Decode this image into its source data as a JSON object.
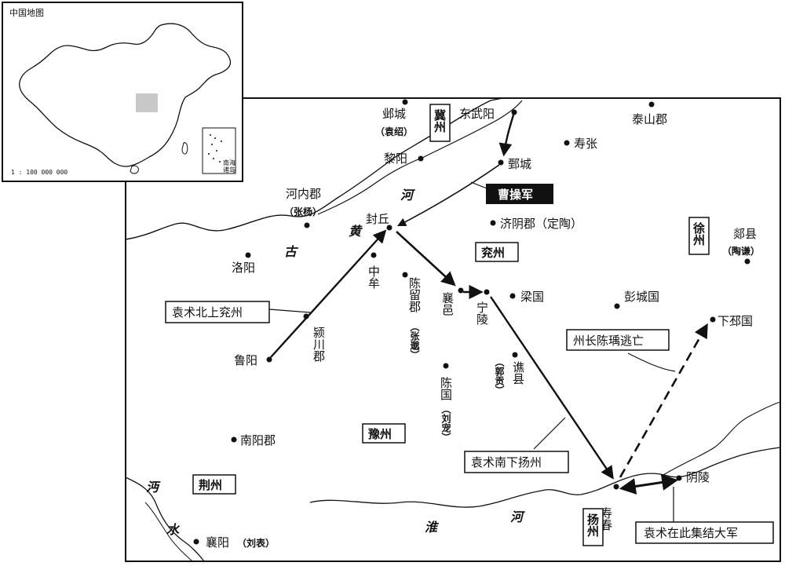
{
  "inset": {
    "title": "中国地图",
    "scale": "1 : 100 000 000",
    "south_sea_label_1": "南海",
    "south_sea_label_2": "诸岛"
  },
  "places": {
    "yecheng": "邺城",
    "yecheng_ruler": "（袁绍）",
    "dongwuyang": "东武阳",
    "taishan": "泰山郡",
    "shouzhang": "寿张",
    "liyang": "黎阳",
    "juancheng": "鄄城",
    "henei": "河内郡",
    "henei_ruler": "（张杨）",
    "fengqiu": "封丘",
    "jiyin": "济阴郡（定陶）",
    "luoyang": "洛阳",
    "zhongmou": "中牟",
    "chenliu": "陈留郡",
    "chenliu_ruler": "（张邈）",
    "xiangyi": "襄邑",
    "ningling": "宁陵",
    "liangguo": "梁国",
    "pengcheng": "彭城国",
    "tanxian": "郯县",
    "tanxian_ruler": "（陶谦）",
    "xiapi": "下邳国",
    "yingchuan": "颍川郡",
    "luyang": "鲁阳",
    "qiaoxian": "谯县",
    "qiaoxian_ruler": "（郭贡）",
    "chenguo": "陈国",
    "chenguo_ruler": "（刘宠）",
    "nanyang": "南阳郡",
    "shouchun": "寿春",
    "yinling": "阴陵",
    "xiangyang": "襄阳",
    "xiangyang_ruler": "（刘表）"
  },
  "provinces": {
    "ji": "冀州",
    "yan": "兖州",
    "xu": "徐州",
    "yu": "豫州",
    "jing": "荆州",
    "yang": "扬州"
  },
  "rivers": {
    "gu": "古",
    "huang": "黄",
    "he": "河",
    "huai": "淮",
    "huai_he": "河",
    "mian": "沔",
    "shui": "水"
  },
  "callouts": {
    "cao_army": "曹操军",
    "yuan_north": "袁术北上兖州",
    "yuan_south": "袁术南下扬州",
    "chen_flee": "州长陈瑀逃亡",
    "yuan_gather": "袁术在此集结大军"
  }
}
